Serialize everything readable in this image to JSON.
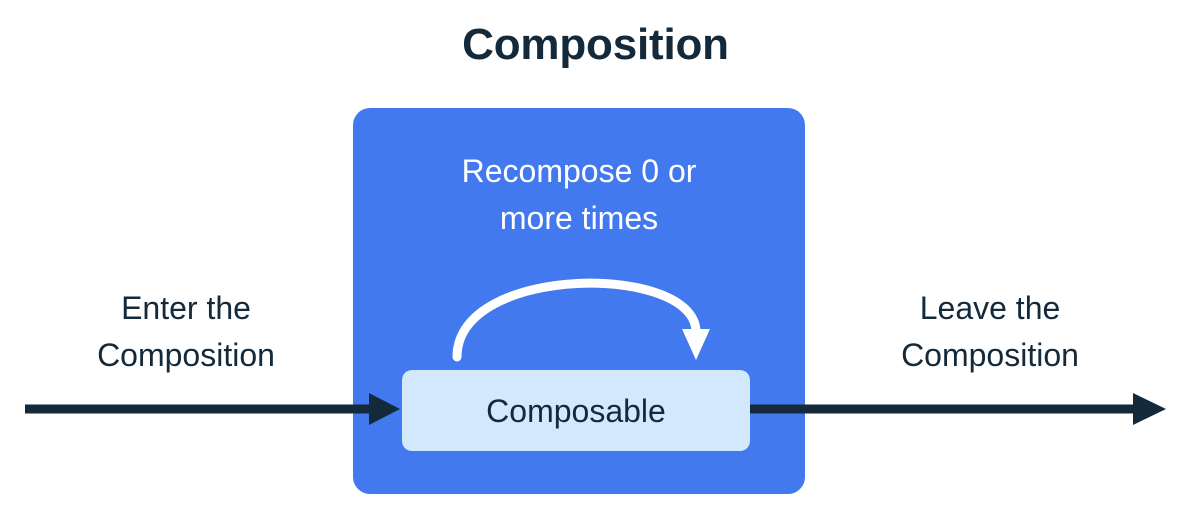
{
  "diagram": {
    "title": "Composition",
    "colors": {
      "background": "#ffffff",
      "composition_blue": "#4279ee",
      "composable_light_blue": "#d2e8fc",
      "text_dark": "#14293a",
      "text_light": "#ffffff",
      "arrow_dark": "#14293a",
      "arrow_light": "#ffffff"
    },
    "composition_box": {
      "recompose_label_line1": "Recompose 0 or",
      "recompose_label_line2": "more times",
      "recompose_arrow_icon": "curved-loop-arrow-icon",
      "composable_box": {
        "label": "Composable"
      }
    },
    "enter_label": {
      "line1": "Enter the",
      "line2": "Composition"
    },
    "leave_label": {
      "line1": "Leave the",
      "line2": "Composition"
    },
    "enter_arrow_icon": "arrow-right-icon",
    "leave_arrow_icon": "arrow-right-icon"
  }
}
